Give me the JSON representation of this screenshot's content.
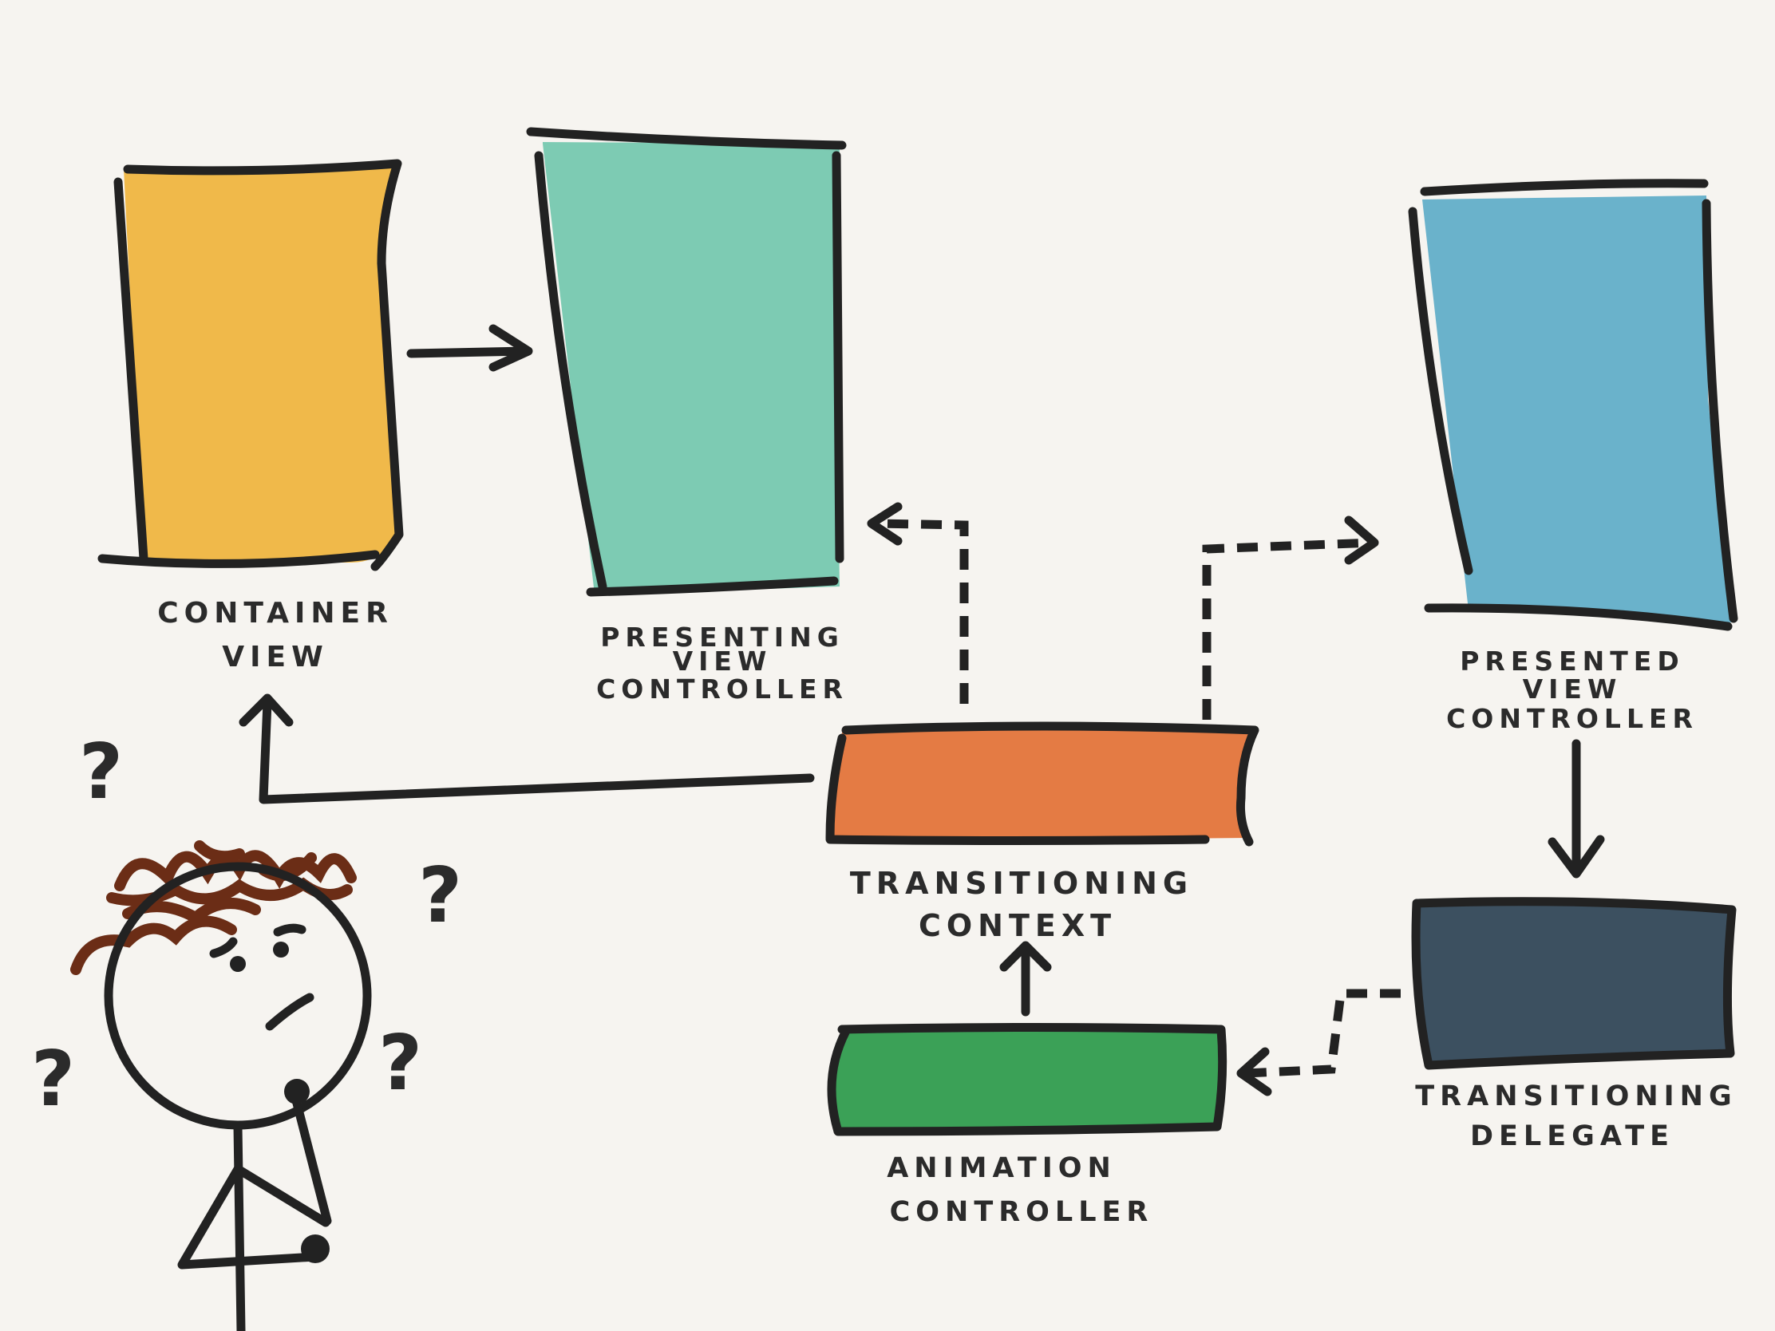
{
  "colors": {
    "background": "#f6f4f0",
    "container_view": "#f0b94a",
    "presenting_vc": "#7dcbb3",
    "presented_vc": "#6ab2cb",
    "transitioning_context": "#e47b44",
    "animation_controller": "#3ba157",
    "transitioning_delegate": "#3c5060",
    "question_mark_accent": "#e05a7a",
    "hair": "#6b2d16"
  },
  "nodes": {
    "container_view": {
      "label_line1": "Container",
      "label_line2": "View"
    },
    "presenting_vc": {
      "label_line1": "Presenting",
      "label_line2": "View",
      "label_line3": "Controller"
    },
    "presented_vc": {
      "label_line1": "Presented",
      "label_line2": "View",
      "label_line3": "Controller"
    },
    "transitioning_context": {
      "label_line1": "Transitioning",
      "label_line2": "Context"
    },
    "animation_controller": {
      "label_line1": "Animation",
      "label_line2": "Controller"
    },
    "transitioning_delegate": {
      "label_line1": "Transitioning",
      "label_line2": "Delegate"
    }
  },
  "marks": {
    "question": "?"
  }
}
